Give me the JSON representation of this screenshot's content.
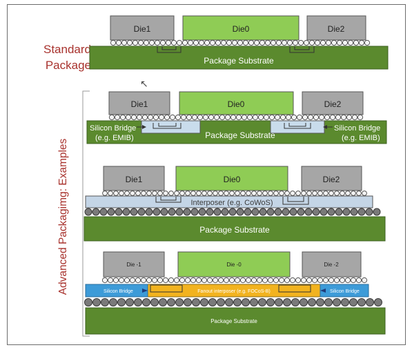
{
  "labels": {
    "standard": [
      "Standard",
      "Package"
    ],
    "advanced": "Advanced Packagimg: Examples"
  },
  "rows": {
    "standard": {
      "dies": [
        "Die1",
        "Die0",
        "Die2"
      ],
      "substrate": "Package Substrate"
    },
    "emib": {
      "dies": [
        "Die1",
        "Die0",
        "Die2"
      ],
      "substrate": "Package Substrate",
      "bridge_left": [
        "Silicon Bridge",
        "(e.g. EMIB)"
      ],
      "bridge_right": [
        "Silicon Bridge",
        "(e.g. EMIB)"
      ]
    },
    "cowos": {
      "dies": [
        "Die1",
        "Die0",
        "Die2"
      ],
      "interposer": "Interposer (e.g. CoWoS)",
      "substrate": "Package Substrate"
    },
    "focos": {
      "dies": [
        "Die -1",
        "Die -0",
        "Die -2"
      ],
      "bridge_left": "Silicon Bridge",
      "interposer": "Fanout interposer (e.g. FOCoS-B)",
      "bridge_right": "Silicon Bridge",
      "substrate": "Package Substrate"
    }
  },
  "colors": {
    "die_gray": "#a6a6a6",
    "die_green": "#8fcc55",
    "substrate": "#5b8a2e",
    "interposer": "#c4d5e6",
    "bridge_light": "#c9dcec",
    "bridge_blue": "#3d9bd8",
    "fanout": "#f2b31f",
    "label_red": "#a8322d"
  }
}
